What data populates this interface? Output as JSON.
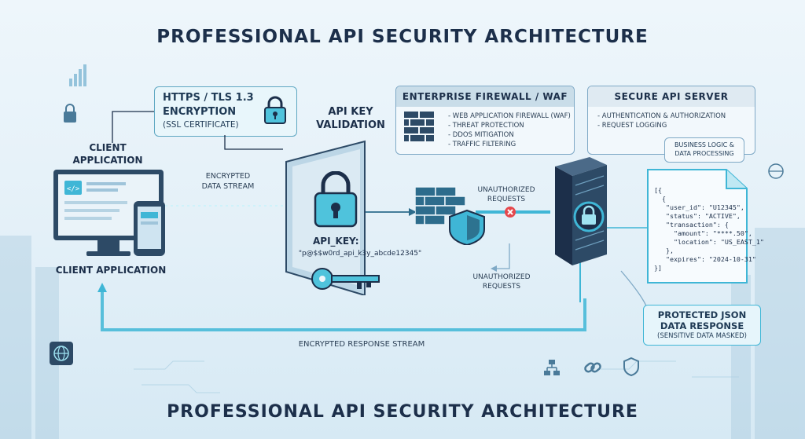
{
  "title_top": "PROFESSIONAL API SECURITY ARCHITECTURE",
  "title_bottom": "PROFESSIONAL API SECURITY ARCHITECTURE",
  "tls": {
    "line1": "HTTPS / TLS 1.3",
    "line2": "ENCRYPTION",
    "line3": "(SSL CERTIFICATE)"
  },
  "client": {
    "top_label": "CLIENT APPLICATION",
    "bottom_label": "CLIENT APPLICATION"
  },
  "stream_label": "ENCRYPTED DATA STREAM",
  "api_key": {
    "heading": "API KEY VALIDATION",
    "key_label": "API_KEY:",
    "key_value": "\"p@$$w0rd_api_k3y_abcde12345\""
  },
  "firewall": {
    "header": "ENTERPRISE FIREWALL / WAF",
    "items": [
      "WEB APPLICATION FIREWALL (WAF)",
      "THREAT PROTECTION",
      "DDOS MITIGATION",
      "TRAFFIC FILTERING"
    ]
  },
  "unauth_top": "UNAUTHORIZED REQUESTS",
  "unauth_bottom": "UNAUTHORIZED REQUESTS",
  "server": {
    "header": "SECURE API SERVER",
    "items": [
      "AUTHENTICATION & AUTHORIZATION",
      "REQUEST LOGGING"
    ],
    "business": "BUSINESS LOGIC & DATA PROCESSING"
  },
  "json_lines": [
    "[{",
    "  {",
    "   \"user_id\": \"U12345\",",
    "   \"status\": \"ACTIVE\",",
    "   \"transaction\": {",
    "     \"amount\": \"****.50\",",
    "     \"location\": \"US_EAST_1\"",
    "   },",
    "   \"expires\": \"2024-10-31\"",
    "}]"
  ],
  "protected": {
    "line1": "PROTECTED JSON",
    "line2": "DATA RESPONSE",
    "line3": "(SENSITIVE DATA MASKED)"
  },
  "response_stream": "ENCRYPTED RESPONSE STREAM",
  "colors": {
    "accent": "#3fb6d6",
    "navy": "#1c2f4a",
    "danger": "#e5484d"
  }
}
